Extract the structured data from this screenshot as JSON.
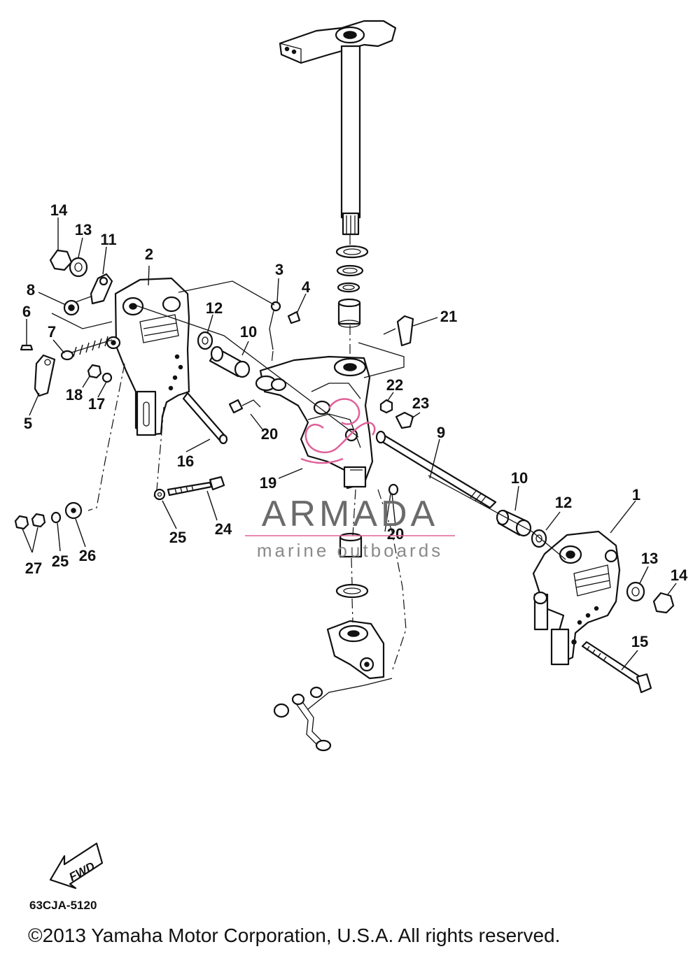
{
  "diagram": {
    "callouts": [
      {
        "id": "c1",
        "label": "1"
      },
      {
        "id": "c2",
        "label": "2"
      },
      {
        "id": "c3",
        "label": "3"
      },
      {
        "id": "c4",
        "label": "4"
      },
      {
        "id": "c5",
        "label": "5"
      },
      {
        "id": "c6",
        "label": "6"
      },
      {
        "id": "c7",
        "label": "7"
      },
      {
        "id": "c8",
        "label": "8"
      },
      {
        "id": "c9",
        "label": "9"
      },
      {
        "id": "c10a",
        "label": "10"
      },
      {
        "id": "c10b",
        "label": "10"
      },
      {
        "id": "c11",
        "label": "11"
      },
      {
        "id": "c12a",
        "label": "12"
      },
      {
        "id": "c12b",
        "label": "12"
      },
      {
        "id": "c13a",
        "label": "13"
      },
      {
        "id": "c13b",
        "label": "13"
      },
      {
        "id": "c14a",
        "label": "14"
      },
      {
        "id": "c14b",
        "label": "14"
      },
      {
        "id": "c15",
        "label": "15"
      },
      {
        "id": "c16",
        "label": "16"
      },
      {
        "id": "c17",
        "label": "17"
      },
      {
        "id": "c18",
        "label": "18"
      },
      {
        "id": "c19",
        "label": "19"
      },
      {
        "id": "c20a",
        "label": "20"
      },
      {
        "id": "c20b",
        "label": "20"
      },
      {
        "id": "c21",
        "label": "21"
      },
      {
        "id": "c22",
        "label": "22"
      },
      {
        "id": "c23",
        "label": "23"
      },
      {
        "id": "c24",
        "label": "24"
      },
      {
        "id": "c25a",
        "label": "25"
      },
      {
        "id": "c25b",
        "label": "25"
      },
      {
        "id": "c26",
        "label": "26"
      },
      {
        "id": "c27",
        "label": "27"
      }
    ],
    "fwd_label": "FWD",
    "drawing_code": "63CJA-5120",
    "copyright": "©2013 Yamaha Motor Corporation, U.S.A. All rights reserved."
  },
  "watermark": {
    "brand": "ARMADA",
    "tagline": "marine outboards",
    "accent_color": "#e0609a",
    "text_color": "#6b6b6b"
  }
}
